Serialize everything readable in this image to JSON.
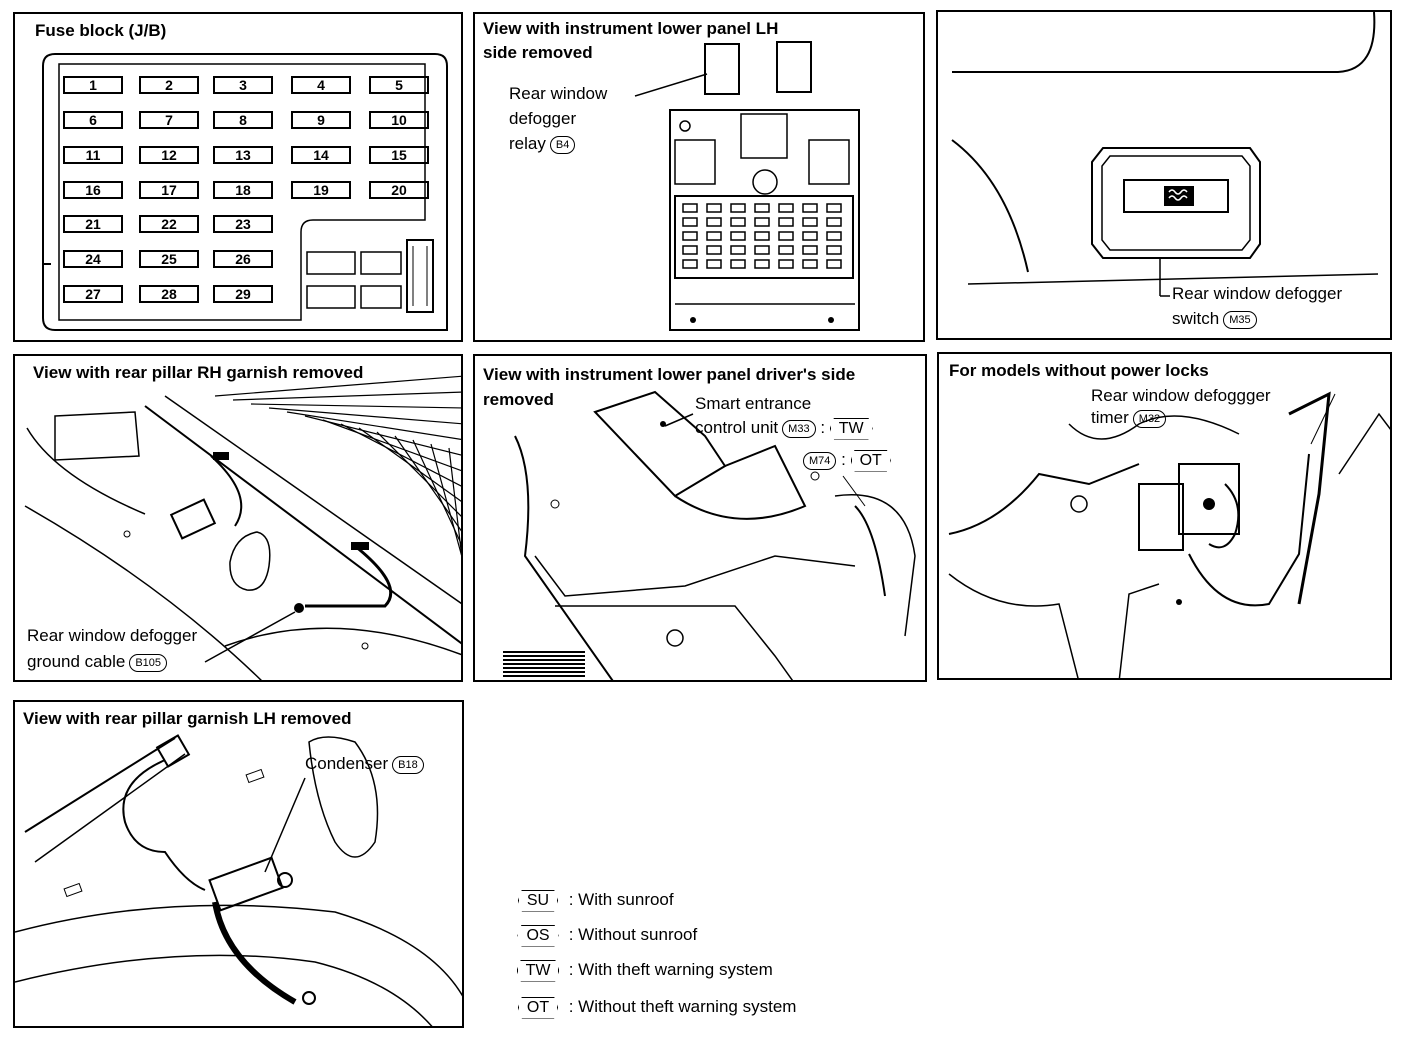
{
  "panels": {
    "fuse_block": {
      "title": "Fuse block (J/B)",
      "fuses": [
        "1",
        "2",
        "3",
        "4",
        "5",
        "6",
        "7",
        "8",
        "9",
        "10",
        "11",
        "12",
        "13",
        "14",
        "15",
        "16",
        "17",
        "18",
        "19",
        "20",
        "21",
        "22",
        "23",
        "24",
        "25",
        "26",
        "27",
        "28",
        "29"
      ]
    },
    "instrument_lh": {
      "title_line1": "View with instrument lower panel LH",
      "title_line2": "side removed",
      "label_line1": "Rear window",
      "label_line2": "defogger",
      "label_line3": "relay",
      "connector": "B4"
    },
    "defogger_switch": {
      "label_line1": "Rear window defogger",
      "label_line2": "switch",
      "connector": "M35"
    },
    "rear_pillar_rh": {
      "title": "View with rear pillar RH garnish removed",
      "label_line1": "Rear window defogger",
      "label_line2": "ground cable",
      "connector": "B105"
    },
    "instrument_driver": {
      "title_line1": "View with instrument lower panel driver's side",
      "title_line2": "removed",
      "label_line1": "Smart entrance",
      "label_line2": "control unit",
      "connector1": "M33",
      "variant1": "TW",
      "connector2": "M74",
      "variant2": "OT",
      "colon": ":"
    },
    "no_power_locks": {
      "title": "For models without power locks",
      "label_line1": "Rear window defoggger",
      "label_line2": "timer",
      "connector": "M32"
    },
    "rear_pillar_lh": {
      "title": "View with rear pillar garnish LH removed",
      "label": "Condenser",
      "connector": "B18"
    }
  },
  "legend": [
    {
      "code": "SU",
      "desc": ": With sunroof"
    },
    {
      "code": "OS",
      "desc": ": Without sunroof"
    },
    {
      "code": "TW",
      "desc": ": With theft warning system"
    },
    {
      "code": "OT",
      "desc": ": Without theft warning system"
    }
  ]
}
